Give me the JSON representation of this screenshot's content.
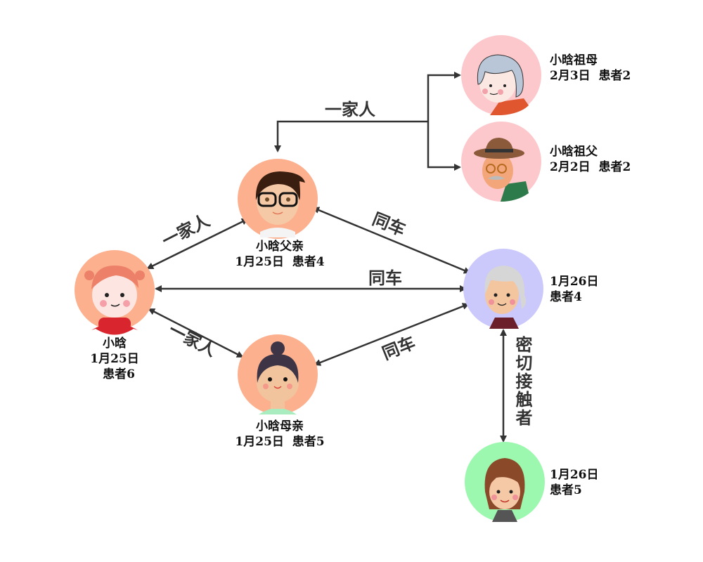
{
  "nodes": {
    "kid": {
      "name": "小晗",
      "date": "1月25日",
      "patient": "患者6",
      "color": "#fcb08e"
    },
    "father": {
      "name": "小晗父亲",
      "info": "1月25日  患者4",
      "color": "#fcb08e"
    },
    "mother": {
      "name": "小晗母亲",
      "info": "1月25日  患者5",
      "color": "#fcb08e"
    },
    "grandma": {
      "name": "小晗祖母",
      "info": "2月3日  患者2",
      "color": "#fdc8cc"
    },
    "grandpa": {
      "name": "小晗祖父",
      "info": "2月2日  患者2",
      "color": "#fdc8cc"
    },
    "p4": {
      "date": "1月26日",
      "patient": "患者4",
      "color": "#cbc8fc"
    },
    "p5": {
      "date": "1月26日",
      "patient": "患者5",
      "color": "#9cf8ae"
    }
  },
  "edges": {
    "family_top": "一家人",
    "kid_father": "一家人",
    "kid_mother": "一家人",
    "father_p4": "同车",
    "kid_p4": "同车",
    "mother_p4": "同车",
    "p4_p5": "密切接触者"
  },
  "colors": {
    "line": "#333333"
  }
}
